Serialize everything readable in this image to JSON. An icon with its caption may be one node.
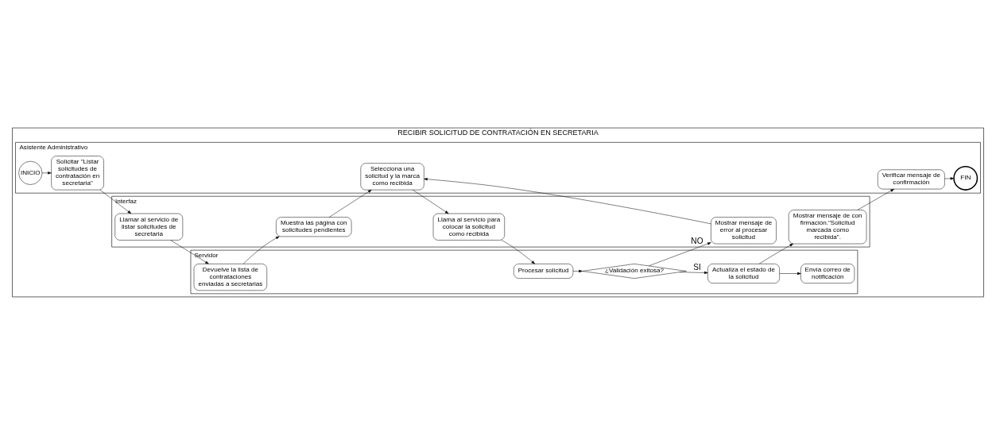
{
  "diagram": {
    "nodes": [
      {
        "text": [
          "RECIBIR SOLICITUD DE CONTRATACIÓN EN SECRETARIA"
        ]
      },
      {
        "text": [
          "Asistente Administrativo"
        ],
        "in": 0
      },
      {
        "text": [
          "INICIO"
        ],
        "in": 1
      },
      {
        "text": [
          "Solicitar \"Listar solicitudes de contratación en secretaria\""
        ],
        "in": 1
      },
      {
        "text": [
          "Selecciona una solicitud y la marca como recibida"
        ],
        "in": 1
      },
      {
        "text": [
          "Verificar mensaje de confirmación"
        ],
        "in": 1
      },
      {
        "text": [
          "FIN"
        ],
        "in": 1
      },
      {
        "text": [
          "Interfaz"
        ],
        "in": 0
      },
      {
        "text": [
          "Llamar al servicio de listar solicitudes de secretaria"
        ],
        "in": 7
      },
      {
        "text": [
          "Muestra las página con solicitudes pendientes"
        ],
        "in": 7
      },
      {
        "text": [
          "Llama al servicio para colocar la solicitud como recibida"
        ],
        "in": 7
      },
      {
        "text": [
          "Mostrar mensaje de error al procesar solicitud"
        ],
        "in": 7
      },
      {
        "text": [
          "Mostrar mensaje de confirmación.\"Solicitud marcada como recibida\"."
        ],
        "in": 7
      },
      {
        "text": [
          "Servidor"
        ],
        "in": 0
      },
      {
        "text": [
          "Devuelve la lista de contrataciones enviadas a secretarias"
        ],
        "in": 13
      },
      {
        "text": [
          "Procesar solicitud"
        ],
        "in": 13
      },
      {
        "text": [
          "¿Validación exitosa?"
        ],
        "in": 13
      },
      {
        "text": [
          "Actualiza el estado de la solicitud"
        ],
        "in": 13
      },
      {
        "text": [
          "Envía correo de notificación"
        ],
        "in": 13
      }
    ],
    "edges": [
      {
        "from": 2,
        "to": 3,
        "arrow": "to"
      },
      {
        "from": 3,
        "to": 8,
        "arrow": "to"
      },
      {
        "from": 8,
        "to": 14,
        "arrow": "to"
      },
      {
        "from": 14,
        "to": 9,
        "arrow": "to"
      },
      {
        "from": 9,
        "to": 4,
        "arrow": "to"
      },
      {
        "from": 4,
        "to": 10,
        "arrow": "to"
      },
      {
        "from": 10,
        "to": 15,
        "arrow": "to"
      },
      {
        "from": 15,
        "to": 16,
        "arrow": "to"
      },
      {
        "from": 16,
        "to": 11,
        "arrow": "to",
        "label": "NO"
      },
      {
        "from": 16,
        "to": 17,
        "arrow": "to",
        "label": "SI"
      },
      {
        "from": 17,
        "to": 12,
        "arrow": "to"
      },
      {
        "from": 12,
        "to": 5,
        "arrow": "to"
      },
      {
        "from": 5,
        "to": 6,
        "arrow": "to"
      },
      {
        "from": 17,
        "to": 18,
        "arrow": "to"
      },
      {
        "from": 11,
        "to": 4,
        "arrow": "to"
      }
    ]
  }
}
